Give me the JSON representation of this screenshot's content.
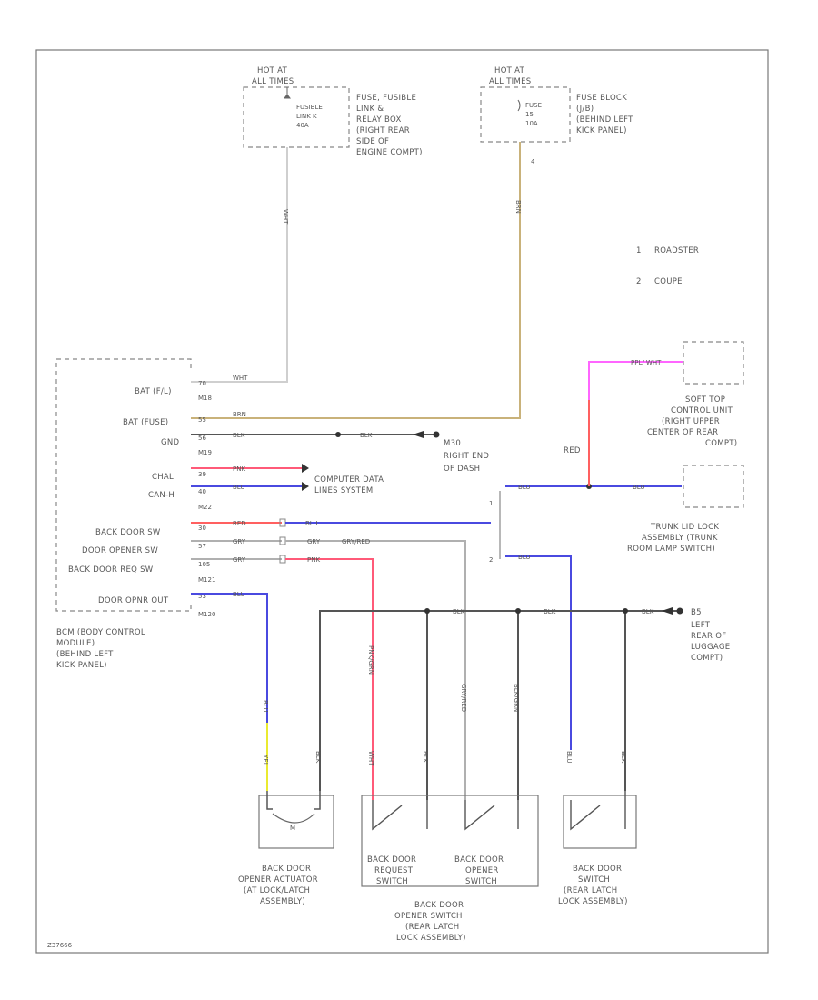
{
  "frame": {
    "code": "Z37666"
  },
  "power": {
    "hot1": [
      "HOT AT",
      "ALL TIMES"
    ],
    "fusible": [
      "FUSIBLE",
      "LINK K",
      "40A"
    ],
    "fusible_loc": [
      "FUSE, FUSIBLE",
      "LINK &",
      "RELAY BOX",
      "(RIGHT REAR",
      "SIDE OF",
      "ENGINE COMPT)"
    ],
    "hot2": [
      "HOT AT",
      "ALL TIMES"
    ],
    "fuse": [
      "FUSE",
      "15",
      "10A"
    ],
    "fuse_loc": [
      "FUSE BLOCK",
      "(J/B)",
      "(BEHIND LEFT",
      "KICK PANEL)"
    ],
    "fuse_conn": "4",
    "wire1": "WHT",
    "wire2": "BRN"
  },
  "legend": [
    {
      "num": "1",
      "text": "ROADSTER"
    },
    {
      "num": "2",
      "text": "COUPE"
    }
  ],
  "bcm": {
    "pins": [
      "BAT (F/L)",
      "BAT (FUSE)",
      "GND",
      "CHAL",
      "CAN-H",
      "BACK DOOR SW",
      "DOOR OPENER SW",
      "BACK DOOR REQ SW",
      "DOOR OPNR OUT"
    ],
    "conns": [
      "M18",
      "M19",
      "M22",
      "M121",
      "M120"
    ],
    "pin_nums": [
      "70",
      "55",
      "56",
      "39",
      "40",
      "30",
      "57",
      "105",
      "53"
    ],
    "wires": [
      "WHT",
      "BRN",
      "BLK",
      "PNK",
      "BLU",
      "RED",
      "GRY",
      "GRY",
      "PNK",
      "BLU"
    ],
    "caption": [
      "BCM (BODY CONTROL",
      "MODULE)",
      "(BEHIND LEFT",
      "KICK PANEL)"
    ]
  },
  "ground1": {
    "id": "M30",
    "label": [
      "RIGHT END",
      "OF DASH"
    ],
    "wire": "BLK"
  },
  "can_bus": [
    "COMPUTER DATA",
    "LINES SYSTEM"
  ],
  "softtop": {
    "label": [
      "SOFT TOP",
      "CONTROL UNIT",
      "(RIGHT UPPER",
      "CENTER OF REAR",
      "COMPT)"
    ],
    "wire_pnk": "PPL/ WHT",
    "wire_red": "RED"
  },
  "trunk": {
    "label": [
      "TRUNK LID LOCK",
      "ASSEMBLY (TRUNK",
      "ROOM LAMP SWITCH)"
    ],
    "wires": [
      "BLU",
      "BLU",
      "BLU"
    ],
    "option1": "1",
    "option2": "2",
    "gry_wire": "GRY",
    "gry_red": "GRY/RED"
  },
  "ground2": {
    "id": "B5",
    "label": [
      "LEFT",
      "REAR OF",
      "LUGGAGE",
      "COMPT)"
    ],
    "wire": "BLK"
  },
  "bottom_wires": {
    "blu_yel": [
      "BLU",
      "YEL"
    ],
    "blk": "BLK",
    "pnk_grn": "PNK/GRN",
    "wht": "WHT",
    "gry_red": "GRY/RED",
    "blk_grn": "BLK/GRN",
    "blu2": "BLU"
  },
  "components": {
    "actuator": {
      "symbol": "M",
      "label": [
        "BACK DOOR",
        "OPENER ACTUATOR",
        "(AT LOCK/LATCH",
        "ASSEMBLY)"
      ]
    },
    "request_sw": [
      "BACK DOOR",
      "REQUEST",
      "SWITCH"
    ],
    "opener_sw": [
      "BACK DOOR",
      "OPENER",
      "SWITCH"
    ],
    "opener_group": [
      "BACK DOOR",
      "OPENER SWITCH",
      "(REAR LATCH",
      "LOCK ASSEMBLY)"
    ],
    "back_door_sw": [
      "BACK DOOR",
      "SWITCH",
      "(REAR LATCH",
      "LOCK ASSEMBLY)"
    ]
  },
  "colors": {
    "wht": "#c8c8c8",
    "brn": "#c9b27a",
    "blk": "#555555",
    "pnk": "#ff5a78",
    "blu": "#4a4ae0",
    "red": "#ff6060",
    "gry": "#b0b0b0",
    "ppl_wht": "#ff66ff",
    "yel": "#eaea30"
  }
}
